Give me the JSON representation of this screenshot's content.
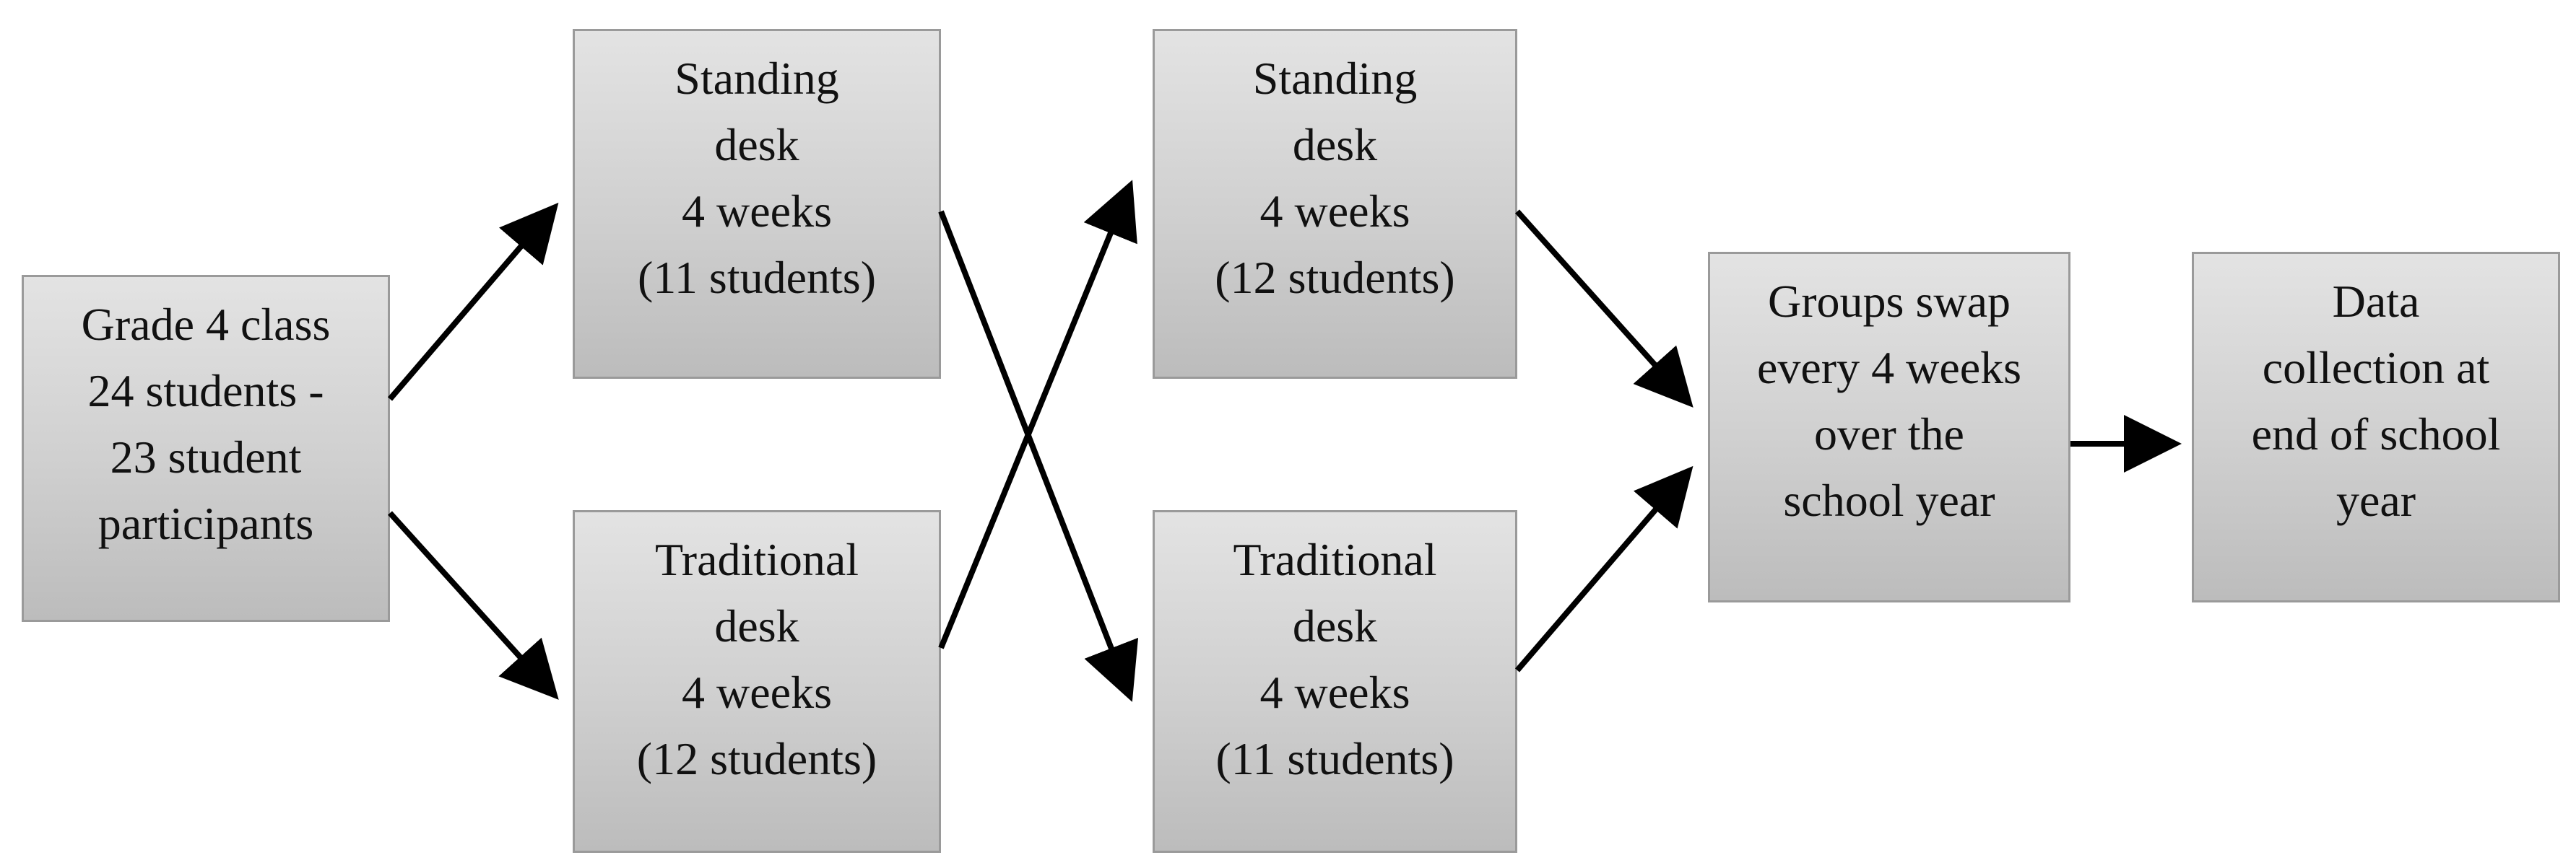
{
  "nodes": {
    "start": {
      "lines": [
        "Grade 4 class",
        "24 students -",
        "23 student",
        "participants"
      ]
    },
    "phase1_standing": {
      "lines": [
        "Standing",
        "desk",
        "4 weeks",
        "(11 students)"
      ]
    },
    "phase1_traditional": {
      "lines": [
        "Traditional",
        "desk",
        "4 weeks",
        "(12 students)"
      ]
    },
    "phase2_standing": {
      "lines": [
        "Standing",
        "desk",
        "4 weeks",
        "(12 students)"
      ]
    },
    "phase2_traditional": {
      "lines": [
        "Traditional",
        "desk",
        "4 weeks",
        "(11 students)"
      ]
    },
    "swap": {
      "lines": [
        "Groups swap",
        "every 4 weeks",
        "over the",
        "school year"
      ]
    },
    "data_collection": {
      "lines": [
        "Data",
        "collection at",
        "end of school",
        "year"
      ]
    }
  },
  "edges": [
    {
      "from": "start",
      "to": "phase1_standing"
    },
    {
      "from": "start",
      "to": "phase1_traditional"
    },
    {
      "from": "phase1_standing",
      "to": "phase2_traditional"
    },
    {
      "from": "phase1_traditional",
      "to": "phase2_standing"
    },
    {
      "from": "phase2_standing",
      "to": "swap"
    },
    {
      "from": "phase2_traditional",
      "to": "swap"
    },
    {
      "from": "swap",
      "to": "data_collection"
    }
  ],
  "colors": {
    "box_border": "#9a9a9a",
    "box_fill_top": "#e3e3e3",
    "box_fill_bottom": "#bcbcbc",
    "arrow": "#000000",
    "text": "#111111"
  }
}
